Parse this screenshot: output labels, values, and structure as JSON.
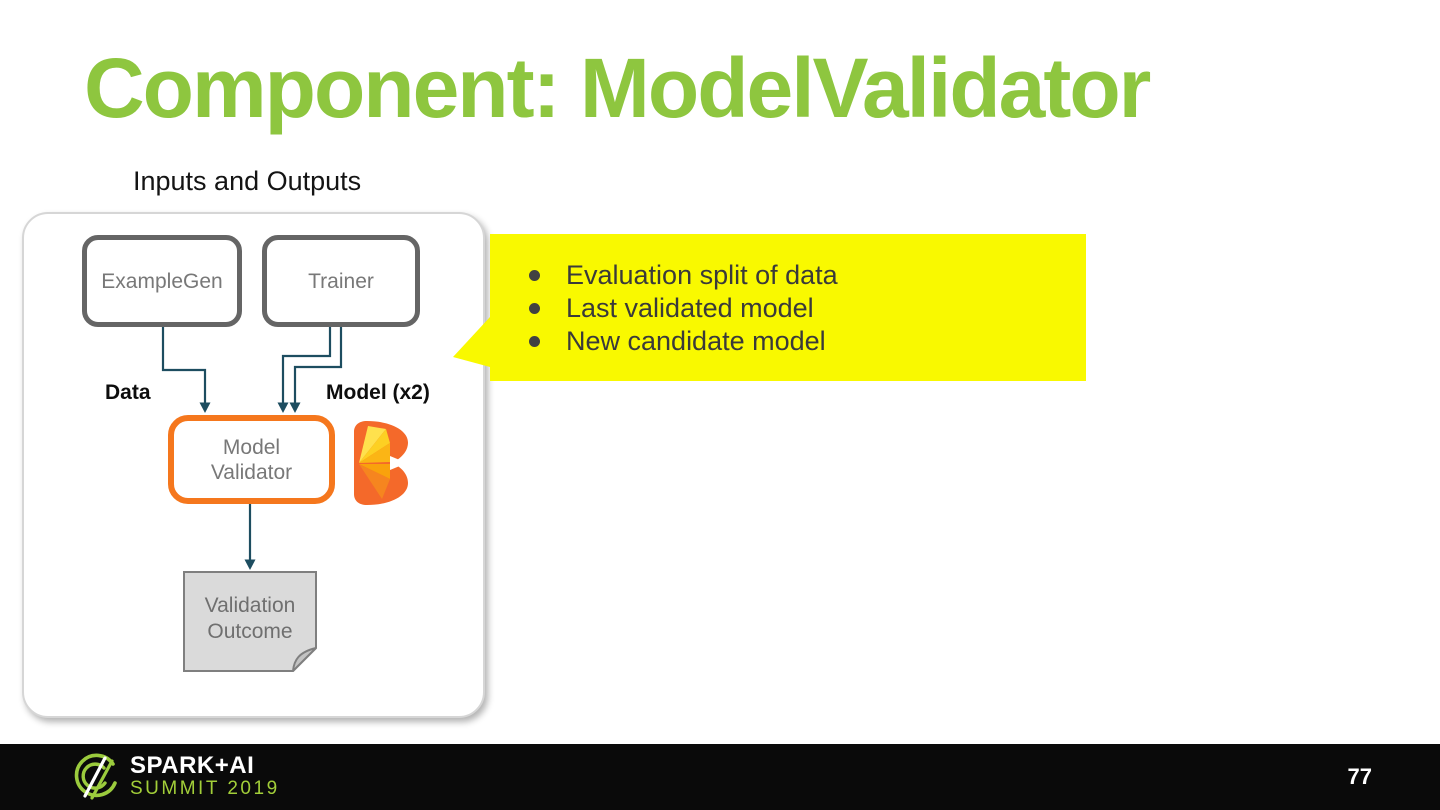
{
  "slide": {
    "title": "Component: ModelValidator",
    "subtitle": "Inputs and Outputs",
    "title_color": "#8EC63F"
  },
  "diagram": {
    "nodes": {
      "example_gen": {
        "label": "ExampleGen"
      },
      "trainer": {
        "label": "Trainer"
      },
      "model_validator": {
        "line1": "Model",
        "line2": "Validator"
      },
      "validation_outcome": {
        "line1": "Validation",
        "line2": "Outcome"
      }
    },
    "edge_labels": {
      "data": "Data",
      "model": "Model (x2)"
    },
    "icons": {
      "beam_logo": "apache-beam-logo"
    },
    "colors": {
      "arrow": "#1D4D60",
      "node_border": "#656565",
      "highlight_border": "#F5771D",
      "artifact_fill": "#DADADA"
    }
  },
  "callout": {
    "background": "#F9F900",
    "bullets": [
      "Evaluation split of data",
      "Last validated model",
      "New candidate model"
    ]
  },
  "footer": {
    "background": "#0A0A0A",
    "logo_line1": "SPARK+AI",
    "logo_line2": "SUMMIT 2019",
    "green": "#A2CE39",
    "page_number": "77"
  }
}
